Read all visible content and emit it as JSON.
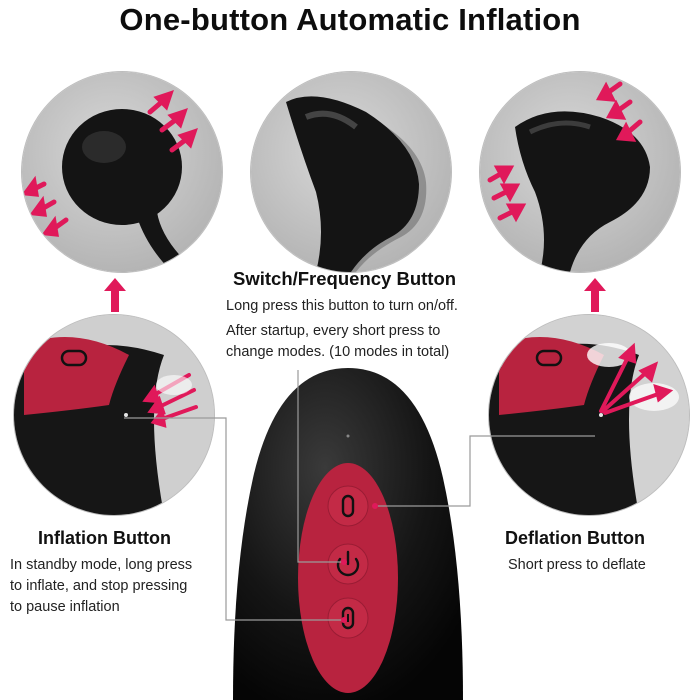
{
  "title": "One-button Automatic Inflation",
  "switch_button": {
    "heading": "Switch/Frequency Button",
    "line1": "Long press this button to turn on/off.",
    "line2": "After startup, every short press to",
    "line3": "change modes. (10 modes in total)"
  },
  "inflation_button": {
    "heading": "Inflation Button",
    "line1": "In standby mode, long press",
    "line2": "to inflate, and stop pressing",
    "line3": "to pause inflation"
  },
  "deflation_button": {
    "heading": "Deflation Button",
    "line1": "Short press to deflate"
  },
  "colors": {
    "accent_pink": "#e0195a",
    "panel_red": "#b8233f",
    "device_black": "#151515"
  },
  "icons": [
    "inflate-arrows-icon",
    "deflate-arrows-icon",
    "up-arrow-icon",
    "power-icon",
    "plus-button-icon",
    "minus-button-icon"
  ]
}
